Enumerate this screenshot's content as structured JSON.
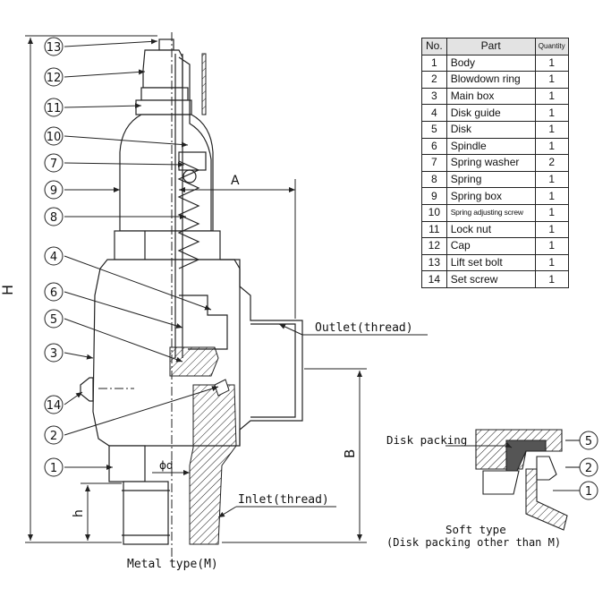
{
  "table": {
    "headers": {
      "no": "No.",
      "part": "Part",
      "qty": "Quantity"
    },
    "rows": [
      {
        "no": "1",
        "part": "Body",
        "qty": "1"
      },
      {
        "no": "2",
        "part": "Blowdown ring",
        "qty": "1"
      },
      {
        "no": "3",
        "part": "Main box",
        "qty": "1"
      },
      {
        "no": "4",
        "part": "Disk guide",
        "qty": "1"
      },
      {
        "no": "5",
        "part": "Disk",
        "qty": "1"
      },
      {
        "no": "6",
        "part": "Spindle",
        "qty": "1"
      },
      {
        "no": "7",
        "part": "Spring washer",
        "qty": "2"
      },
      {
        "no": "8",
        "part": "Spring",
        "qty": "1"
      },
      {
        "no": "9",
        "part": "Spring box",
        "qty": "1"
      },
      {
        "no": "10",
        "part": "Spring adjusting screw",
        "qty": "1"
      },
      {
        "no": "11",
        "part": "Lock nut",
        "qty": "1"
      },
      {
        "no": "12",
        "part": "Cap",
        "qty": "1"
      },
      {
        "no": "13",
        "part": "Lift set bolt",
        "qty": "1"
      },
      {
        "no": "14",
        "part": "Set screw",
        "qty": "1"
      }
    ]
  },
  "callouts": {
    "main": [
      "13",
      "12",
      "11",
      "10",
      "7",
      "9",
      "8",
      "4",
      "6",
      "5",
      "3",
      "14",
      "2",
      "1"
    ],
    "detail": [
      "5",
      "2",
      "1"
    ]
  },
  "labels": {
    "outlet": "Outlet(thread)",
    "inlet": "Inlet(thread)",
    "main_caption": "Metal type(M)",
    "disk_packing": "Disk packing",
    "detail_caption_1": "Soft type",
    "detail_caption_2": "(Disk packing other than M)"
  },
  "dimensions": {
    "H": "H",
    "A": "A",
    "B": "B",
    "h": "h",
    "d": "ϕd"
  }
}
